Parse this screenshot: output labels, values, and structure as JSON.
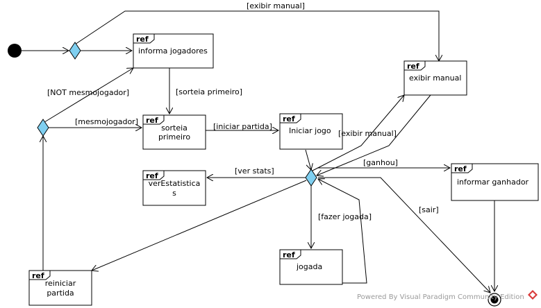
{
  "diagram": {
    "ref_keyword": "ref",
    "nodes": {
      "informa_jogadores": "informa jogadores",
      "sorteia_primeiro_1": "sorteia",
      "sorteia_primeiro_2": "primeiro",
      "iniciar_jogo": "Iniciar jogo",
      "exibir_manual": "exibir manual",
      "ver_estatisticas_1": "verEstatistica",
      "ver_estatisticas_2": "s",
      "informar_ganhador": "informar ganhador",
      "jogada": "jogada",
      "reiniciar_partida_1": "reiniciar",
      "reiniciar_partida_2": "partida"
    },
    "guards": {
      "exibir_manual_top": "[exibir manual]",
      "not_mesmojogador": "[NOT mesmojogador]",
      "sorteia_primeiro": "[sorteia primeiro]",
      "mesmojogador": "[mesmojogador]",
      "iniciar_partida": "[iniciar partida]",
      "exibir_manual_mid": "[exibir manual]",
      "ganhou": "[ganhou]",
      "ver_stats": "[ver stats]",
      "sair": "[sair]",
      "fazer_jogada": "[fazer jogada]"
    },
    "colors": {
      "decision_fill": "#7fcff0",
      "decision_stroke": "#000000",
      "watermark_logo": "#d93a3a"
    }
  },
  "watermark": {
    "text": "Powered By Visual Paradigm Community Edition"
  }
}
